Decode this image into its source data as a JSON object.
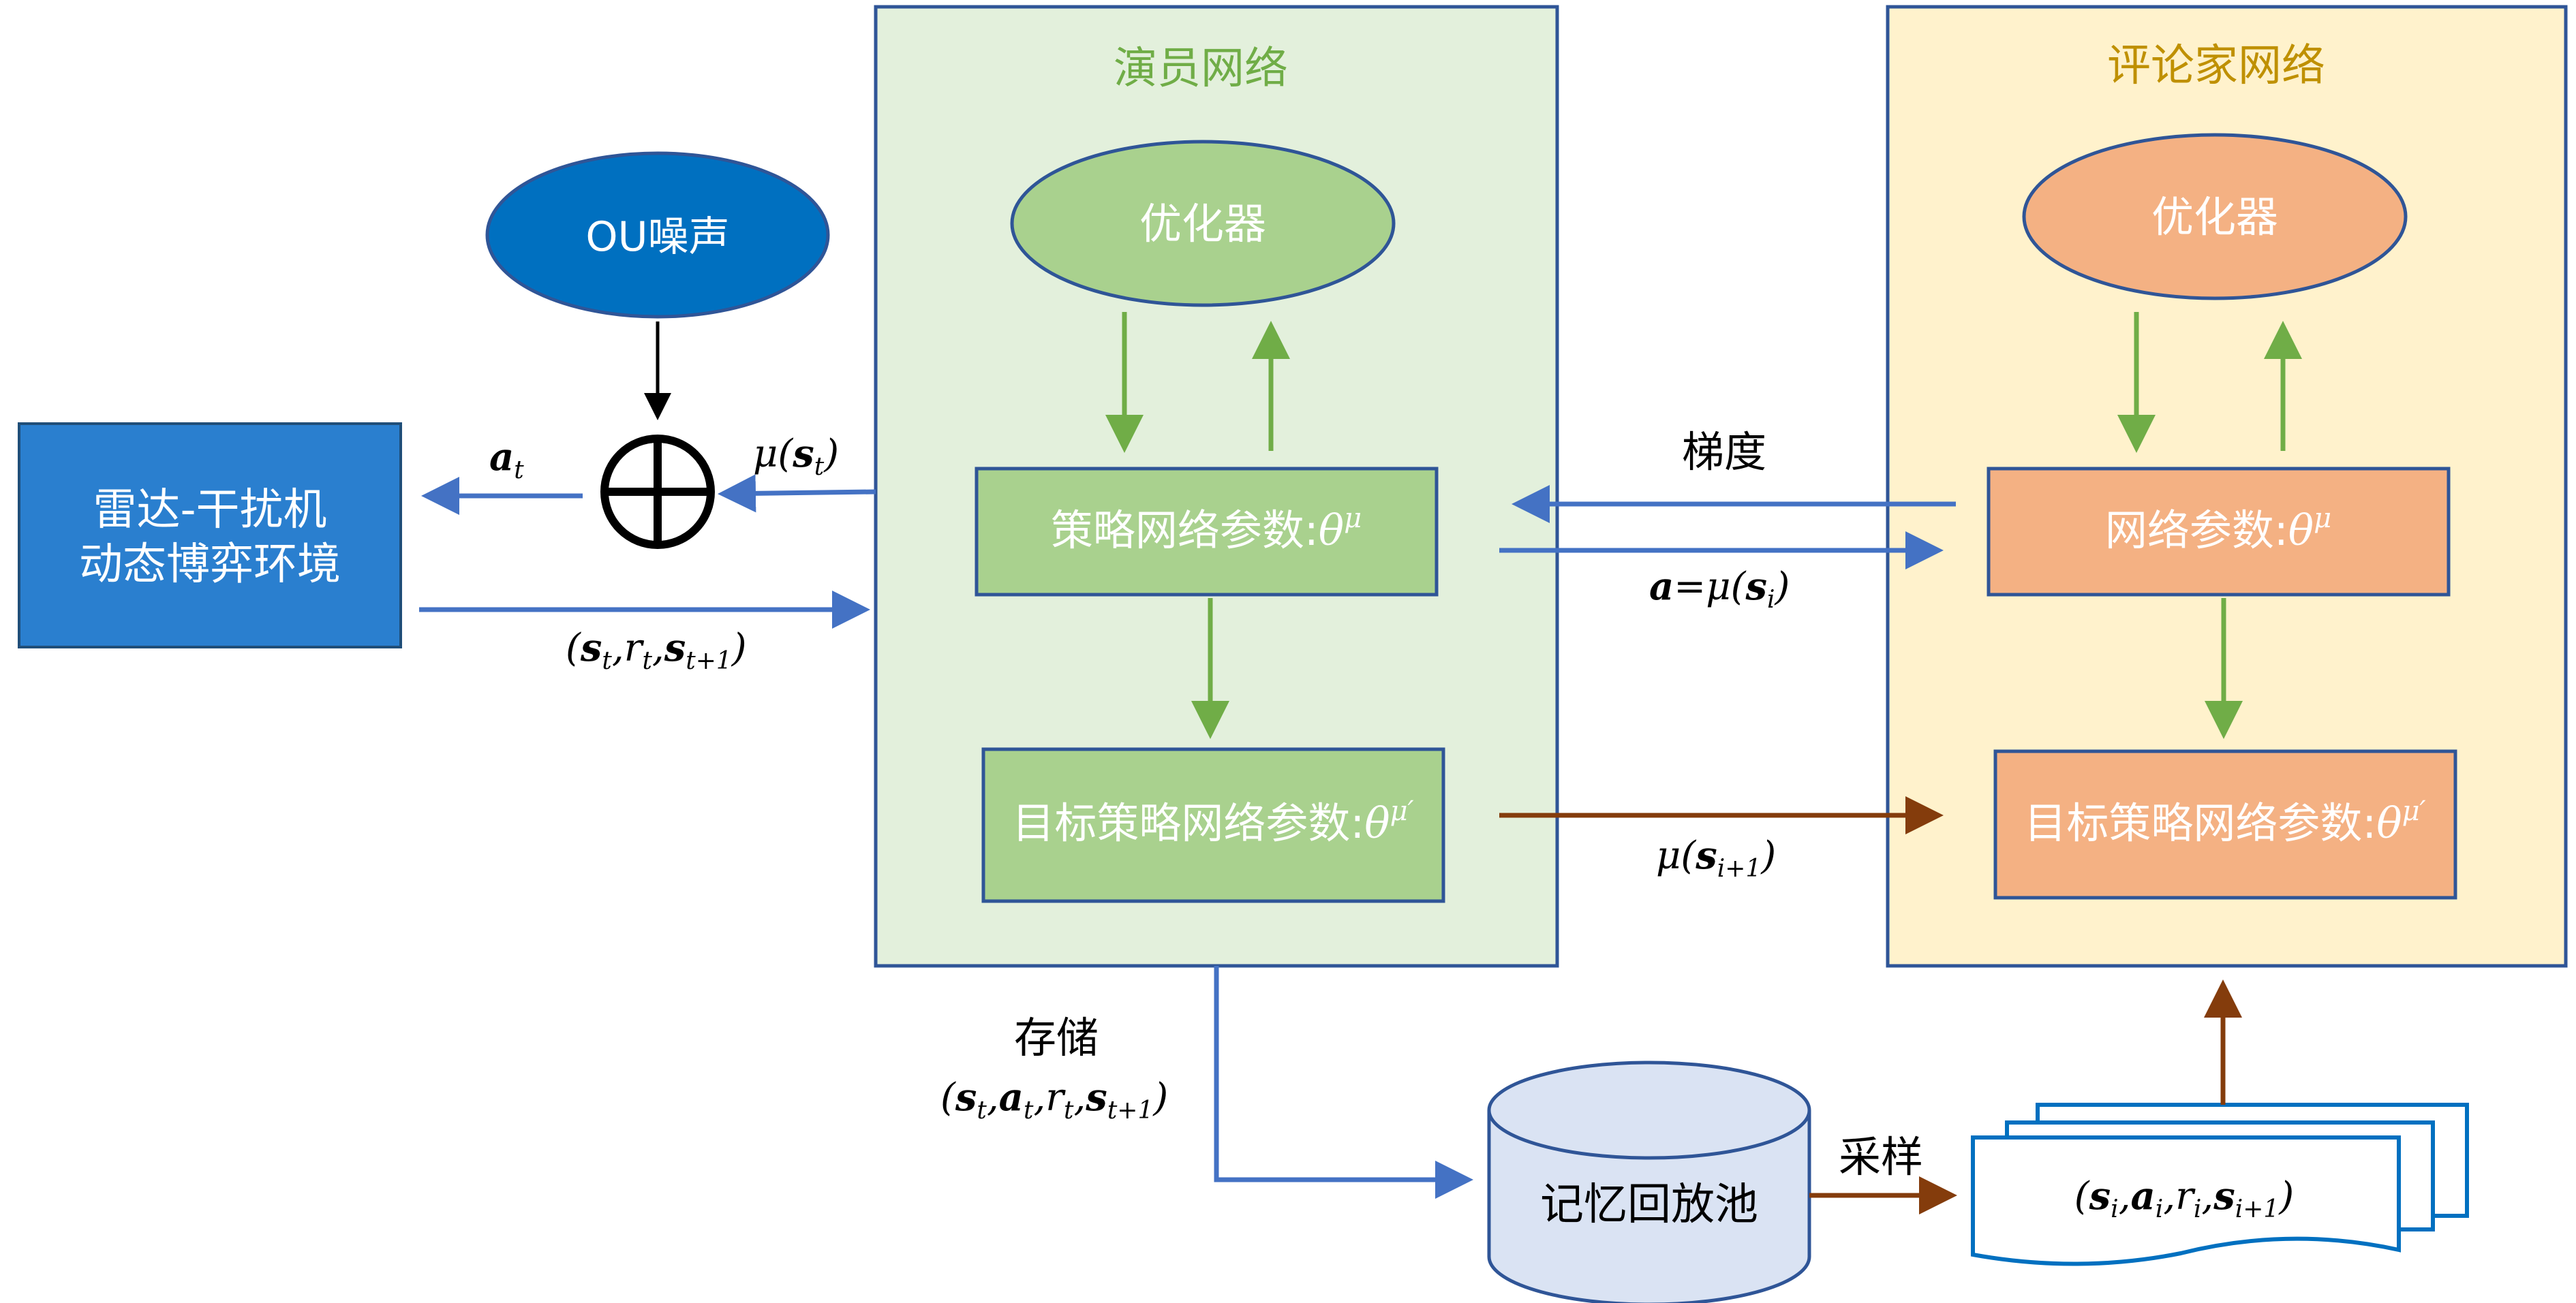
{
  "actor_panel": {
    "title": "演员网络",
    "fill": "#e3f0dc",
    "stroke": "#2f5597",
    "title_color": "#70ad47"
  },
  "critic_panel": {
    "title": "评论家网络",
    "fill": "#fff2cc",
    "stroke": "#2f5597",
    "title_color": "#bf9000"
  },
  "actor_optimizer": {
    "label": "优化器",
    "fill": "#a9d18e"
  },
  "critic_optimizer": {
    "label": "优化器",
    "fill": "#f4b183"
  },
  "actor_policy_params": {
    "label": "策略网络参数:",
    "symbol": "θ",
    "sup": "μ"
  },
  "actor_target_params": {
    "label": "目标策略网络参数:",
    "symbol": "θ",
    "sup": "μ′"
  },
  "critic_params": {
    "label": "网络参数:",
    "symbol": "θ",
    "sup": "μ"
  },
  "critic_target_params": {
    "label": "目标策略网络参数:",
    "symbol": "θ",
    "sup": "μ′"
  },
  "ou_noise": {
    "label": "OU噪声",
    "fill": "#0070c0"
  },
  "environment": {
    "line1": "雷达-干扰机",
    "line2": "动态博弈环境",
    "fill": "#2a7fcf"
  },
  "replay_buffer": {
    "label": "记忆回放池",
    "fill": "#dae3f3"
  },
  "labels": {
    "action_out": "a_t",
    "policy_out": "μ(s_t)",
    "transition": "(s_t,r_t,s_t+1)",
    "gradient": "梯度",
    "action_eq": "a=μ(s_i)",
    "target_mu": "μ(s_i+1)",
    "store": "存储",
    "store_tuple": "(s_t,a_t,r_t,s_t+1)",
    "sample": "采样",
    "batch_tuple": "(s_i,a_i,r_i,s_i+1)"
  },
  "colors": {
    "blue_arrow": "#4472c4",
    "green_arrow": "#70ad47",
    "brown_arrow": "#843c0c",
    "box_stroke": "#2f5597"
  }
}
